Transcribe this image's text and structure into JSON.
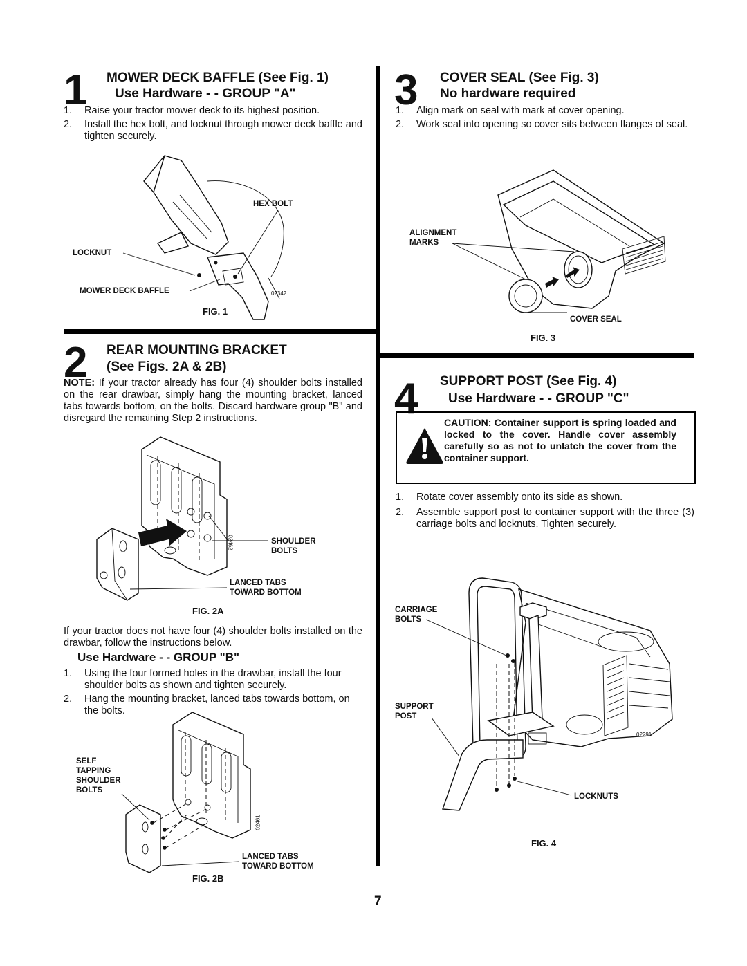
{
  "page_number": "7",
  "step1": {
    "number": "1",
    "heading_line1": "MOWER DECK BAFFLE (See Fig. 1)",
    "heading_line2": "Use Hardware - - GROUP \"A\"",
    "items": [
      {
        "n": "1.",
        "text": "Raise your tractor mower deck to its highest position."
      },
      {
        "n": "2.",
        "text": "Install the hex bolt, and locknut through mower deck baffle and tighten securely."
      }
    ],
    "fig": {
      "caption": "FIG. 1",
      "labels": {
        "hex_bolt": "HEX BOLT",
        "locknut": "LOCKNUT",
        "baffle": "MOWER DECK BAFFLE"
      },
      "part_no": "02342"
    }
  },
  "step2": {
    "number": "2",
    "heading_line1": "REAR MOUNTING BRACKET",
    "heading_line2": "(See Figs. 2A & 2B)",
    "note_label": "NOTE:",
    "note_text": "If your tractor already has four (4) shoulder bolts installed on the rear drawbar, simply hang the mounting bracket, lanced tabs towards bottom, on the bolts. Discard hardware group \"B\" and disregard the remaining Step 2 instructions.",
    "fig2a": {
      "caption": "FIG. 2A",
      "labels": {
        "shoulder_bolts": "SHOULDER BOLTS",
        "lanced_tabs": "LANCED TABS TOWARD BOTTOM"
      },
      "part_no": "02462"
    },
    "para": "If your tractor does not have four (4) shoulder bolts installed on the drawbar, follow the instructions below.",
    "subheading": "Use Hardware - - GROUP \"B\"",
    "items": [
      {
        "n": "1.",
        "text": "Using the four formed holes in the drawbar, install the four shoulder bolts as shown and tighten securely."
      },
      {
        "n": "2.",
        "text": "Hang the mounting bracket, lanced tabs towards bottom, on the bolts."
      }
    ],
    "fig2b": {
      "caption": "FIG. 2B",
      "labels": {
        "self_tapping": "SELF TAPPING SHOULDER BOLTS",
        "lanced_tabs": "LANCED TABS TOWARD BOTTOM"
      },
      "part_no": "02461"
    }
  },
  "step3": {
    "number": "3",
    "heading_line1": "COVER SEAL (See Fig. 3)",
    "heading_line2": "No hardware required",
    "items": [
      {
        "n": "1.",
        "text": "Align mark on seal with mark at cover opening."
      },
      {
        "n": "2.",
        "text": "Work seal into opening so cover sits between flanges of seal."
      }
    ],
    "fig": {
      "caption": "FIG. 3",
      "labels": {
        "alignment": "ALIGNMENT MARKS",
        "cover_seal": "COVER SEAL"
      }
    }
  },
  "step4": {
    "number": "4",
    "heading_line1": "SUPPORT POST (See Fig. 4)",
    "heading_line2": "Use Hardware - - GROUP \"C\"",
    "caution": "CAUTION: Container support is spring loaded and locked to the cover. Handle cover assembly carefully so as not to unlatch the cover from the container support.",
    "items": [
      {
        "n": "1.",
        "text": "Rotate cover assembly onto its side as shown."
      },
      {
        "n": "2.",
        "text": "Assemble support post to container support with the three (3) carriage bolts and locknuts. Tighten securely."
      }
    ],
    "fig": {
      "caption": "FIG. 4",
      "labels": {
        "carriage": "CARRIAGE BOLTS",
        "support_post": "SUPPORT POST",
        "locknuts": "LOCKNUTS"
      },
      "part_no": "02291"
    }
  }
}
